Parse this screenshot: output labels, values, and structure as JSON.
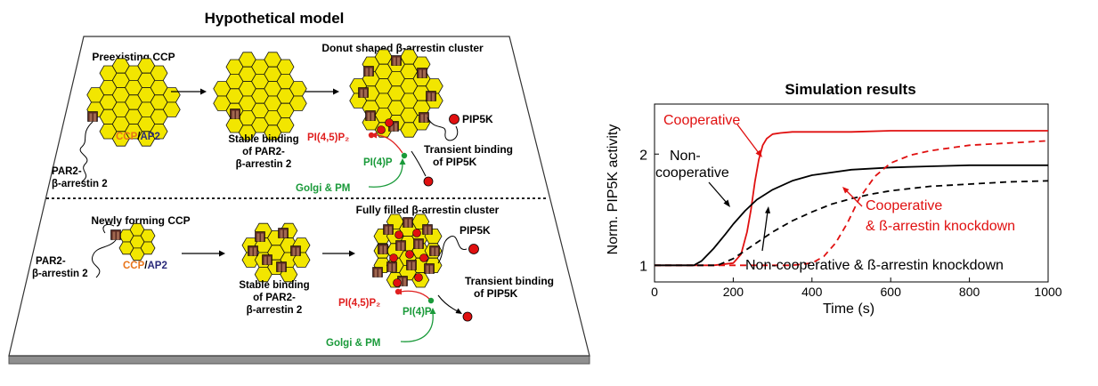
{
  "model": {
    "title": "Hypothetical model",
    "top": {
      "preexisting_ccp": "Preexisting CCP",
      "donut_cluster": "Donut shaped β-arrestin cluster",
      "ccp": "CCP",
      "slash": "/",
      "ap2": "AP2",
      "par2_line1": "PAR2-",
      "par2_line2": "β-arrestin 2",
      "stable_line1": "Stable binding",
      "stable_line2": "of PAR2-",
      "stable_line3": "β-arrestin 2",
      "pip5k": "PIP5K",
      "pi45p2": "PI(4,5)P₂",
      "pi4p": "PI(4)P",
      "transient_line1": "Transient binding",
      "transient_line2": "of PIP5K",
      "golgi_pm": "Golgi & PM"
    },
    "bottom": {
      "newly_forming_ccp": "Newly forming CCP",
      "filled_cluster": "Fully filled β-arrestin cluster",
      "ccp": "CCP",
      "slash": "/",
      "ap2": "AP2",
      "par2_line1": "PAR2-",
      "par2_line2": "β-arrestin 2",
      "stable_line1": "Stable binding",
      "stable_line2": "of PAR2-",
      "stable_line3": "β-arrestin 2",
      "pip5k": "PIP5K",
      "pi45p2": "PI(4,5)P₂",
      "pi4p": "PI(4)P",
      "transient_line1": "Transient binding",
      "transient_line2": "of PIP5K",
      "golgi_pm": "Golgi & PM"
    }
  },
  "colors": {
    "hex_fill": "#f2e600",
    "ccp_text": "#e8741a",
    "ap2_text": "#2a2a7a",
    "pip5k_red": "#e01010",
    "pi45_red": "#e02020",
    "pi4p_green": "#1a9a3a",
    "receptor_brown": "#5a2a22",
    "cooperative_red": "#e01010",
    "noncooperative_black": "#000000"
  },
  "simulation": {
    "title": "Simulation results",
    "labels": {
      "cooperative": "Cooperative",
      "noncoop_line1": "Non-",
      "noncoop_line2": "cooperative",
      "coop_kd_line1": "Cooperative",
      "coop_kd_line2": "& ß-arrestin knockdown",
      "noncoop_kd": "Non-cooperative & ß-arrestin knockdown"
    }
  },
  "chart_data": {
    "type": "line",
    "title": "Simulation results",
    "xlabel": "Time (s)",
    "ylabel": "Norm. PIP5K activity",
    "xlim": [
      0,
      1000
    ],
    "ylim": [
      0.85,
      2.45
    ],
    "xticks": [
      0,
      200,
      400,
      600,
      800,
      1000
    ],
    "yticks": [
      1,
      2
    ],
    "series": [
      {
        "name": "Cooperative",
        "color": "#e01010",
        "style": "solid",
        "x": [
          0,
          150,
          200,
          220,
          235,
          245,
          255,
          265,
          275,
          285,
          300,
          320,
          350,
          400,
          500,
          600,
          700,
          800,
          1000
        ],
        "y": [
          1.0,
          1.0,
          1.02,
          1.1,
          1.3,
          1.5,
          1.75,
          1.95,
          2.08,
          2.14,
          2.18,
          2.19,
          2.2,
          2.2,
          2.2,
          2.21,
          2.21,
          2.21,
          2.21
        ]
      },
      {
        "name": "Non-cooperative",
        "color": "#000000",
        "style": "solid",
        "x": [
          0,
          100,
          120,
          150,
          180,
          200,
          230,
          260,
          300,
          350,
          400,
          500,
          600,
          700,
          800,
          1000
        ],
        "y": [
          1.0,
          1.0,
          1.04,
          1.15,
          1.28,
          1.37,
          1.49,
          1.59,
          1.68,
          1.76,
          1.81,
          1.86,
          1.88,
          1.89,
          1.9,
          1.9
        ]
      },
      {
        "name": "Cooperative & ß-arrestin knockdown",
        "color": "#e01010",
        "style": "dashed",
        "x": [
          0,
          350,
          400,
          430,
          460,
          490,
          520,
          560,
          600,
          650,
          700,
          800,
          900,
          1000
        ],
        "y": [
          1.0,
          1.0,
          1.02,
          1.08,
          1.2,
          1.38,
          1.6,
          1.8,
          1.92,
          1.99,
          2.03,
          2.08,
          2.1,
          2.12
        ]
      },
      {
        "name": "Non-cooperative & ß-arrestin knockdown",
        "color": "#000000",
        "style": "dashed",
        "x": [
          0,
          160,
          200,
          250,
          300,
          350,
          400,
          450,
          500,
          550,
          600,
          700,
          800,
          900,
          1000
        ],
        "y": [
          1.0,
          1.0,
          1.06,
          1.18,
          1.3,
          1.4,
          1.48,
          1.55,
          1.6,
          1.64,
          1.67,
          1.71,
          1.73,
          1.75,
          1.76
        ]
      }
    ]
  }
}
